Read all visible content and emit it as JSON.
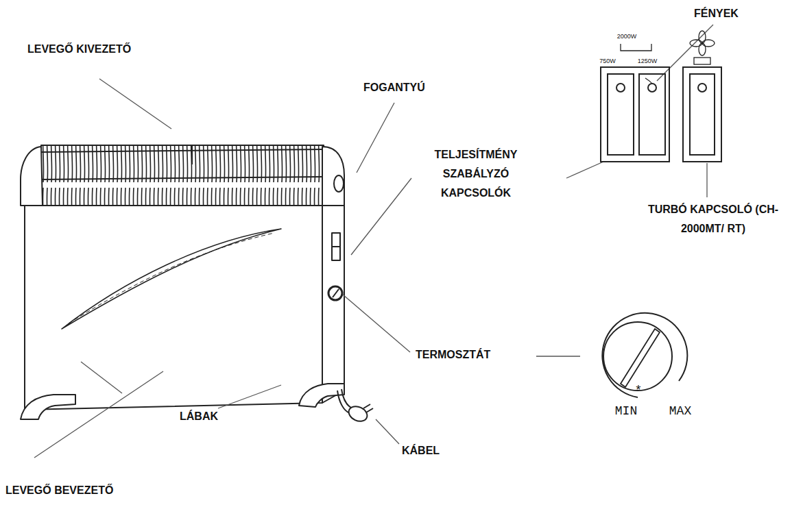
{
  "diagram": {
    "labels": [
      "LEVEGŐ KIVEZETŐ",
      "FOGANTYÚ",
      "FÉNYEK",
      "2000W",
      "750W",
      "1250W",
      "TELJESÍTMÉNY SZABÁLYZÓ KAPCSOLÓK",
      "TURBÓ KAPCSOLÓ (CH-2000MT/ RT)",
      "TERMOSZTÁT",
      "*",
      "MIN",
      "MAX",
      "LÁBAK",
      "KÁBEL",
      "LEVEGŐ BEVEZETŐ"
    ]
  }
}
